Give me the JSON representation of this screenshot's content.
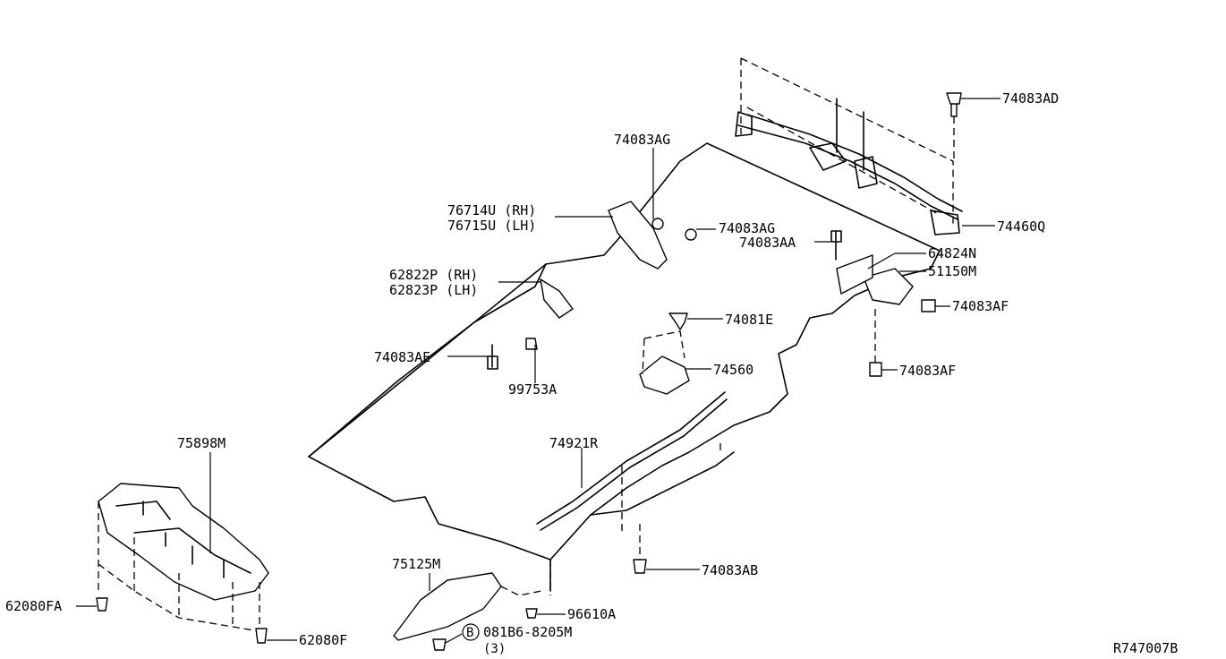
{
  "diagram_id": "R747007B",
  "callouts": [
    {
      "id": "p74083AD",
      "text": "74083AD"
    },
    {
      "id": "p74083AG_top",
      "text": "74083AG"
    },
    {
      "id": "p76714U",
      "text": "76714U (RH)"
    },
    {
      "id": "p76715U",
      "text": "76715U (LH)"
    },
    {
      "id": "p74083AG_mid",
      "text": "74083AG"
    },
    {
      "id": "p74460Q",
      "text": "74460Q"
    },
    {
      "id": "p74083AA",
      "text": "74083AA"
    },
    {
      "id": "p64824N",
      "text": "64824N"
    },
    {
      "id": "p51150M",
      "text": "51150M"
    },
    {
      "id": "p62822P",
      "text": "62822P (RH)"
    },
    {
      "id": "p62823P",
      "text": "62823P (LH)"
    },
    {
      "id": "p74083AF_a",
      "text": "74083AF"
    },
    {
      "id": "p74081E",
      "text": "74081E"
    },
    {
      "id": "p74083AE",
      "text": "74083AE"
    },
    {
      "id": "p74560",
      "text": "74560"
    },
    {
      "id": "p74083AF_b",
      "text": "74083AF"
    },
    {
      "id": "p99753A",
      "text": "99753A"
    },
    {
      "id": "p75898M",
      "text": "75898M"
    },
    {
      "id": "p74921R",
      "text": "74921R"
    },
    {
      "id": "p74083AB",
      "text": "74083AB"
    },
    {
      "id": "p75125M",
      "text": "75125M"
    },
    {
      "id": "p96610A",
      "text": "96610A"
    },
    {
      "id": "p62080FA",
      "text": "62080FA"
    },
    {
      "id": "p62080F",
      "text": "62080F"
    },
    {
      "id": "p08186",
      "text": "081B6-8205M"
    },
    {
      "id": "p08186_qty",
      "text": "(3)"
    },
    {
      "id": "p_B",
      "text": "B"
    }
  ]
}
